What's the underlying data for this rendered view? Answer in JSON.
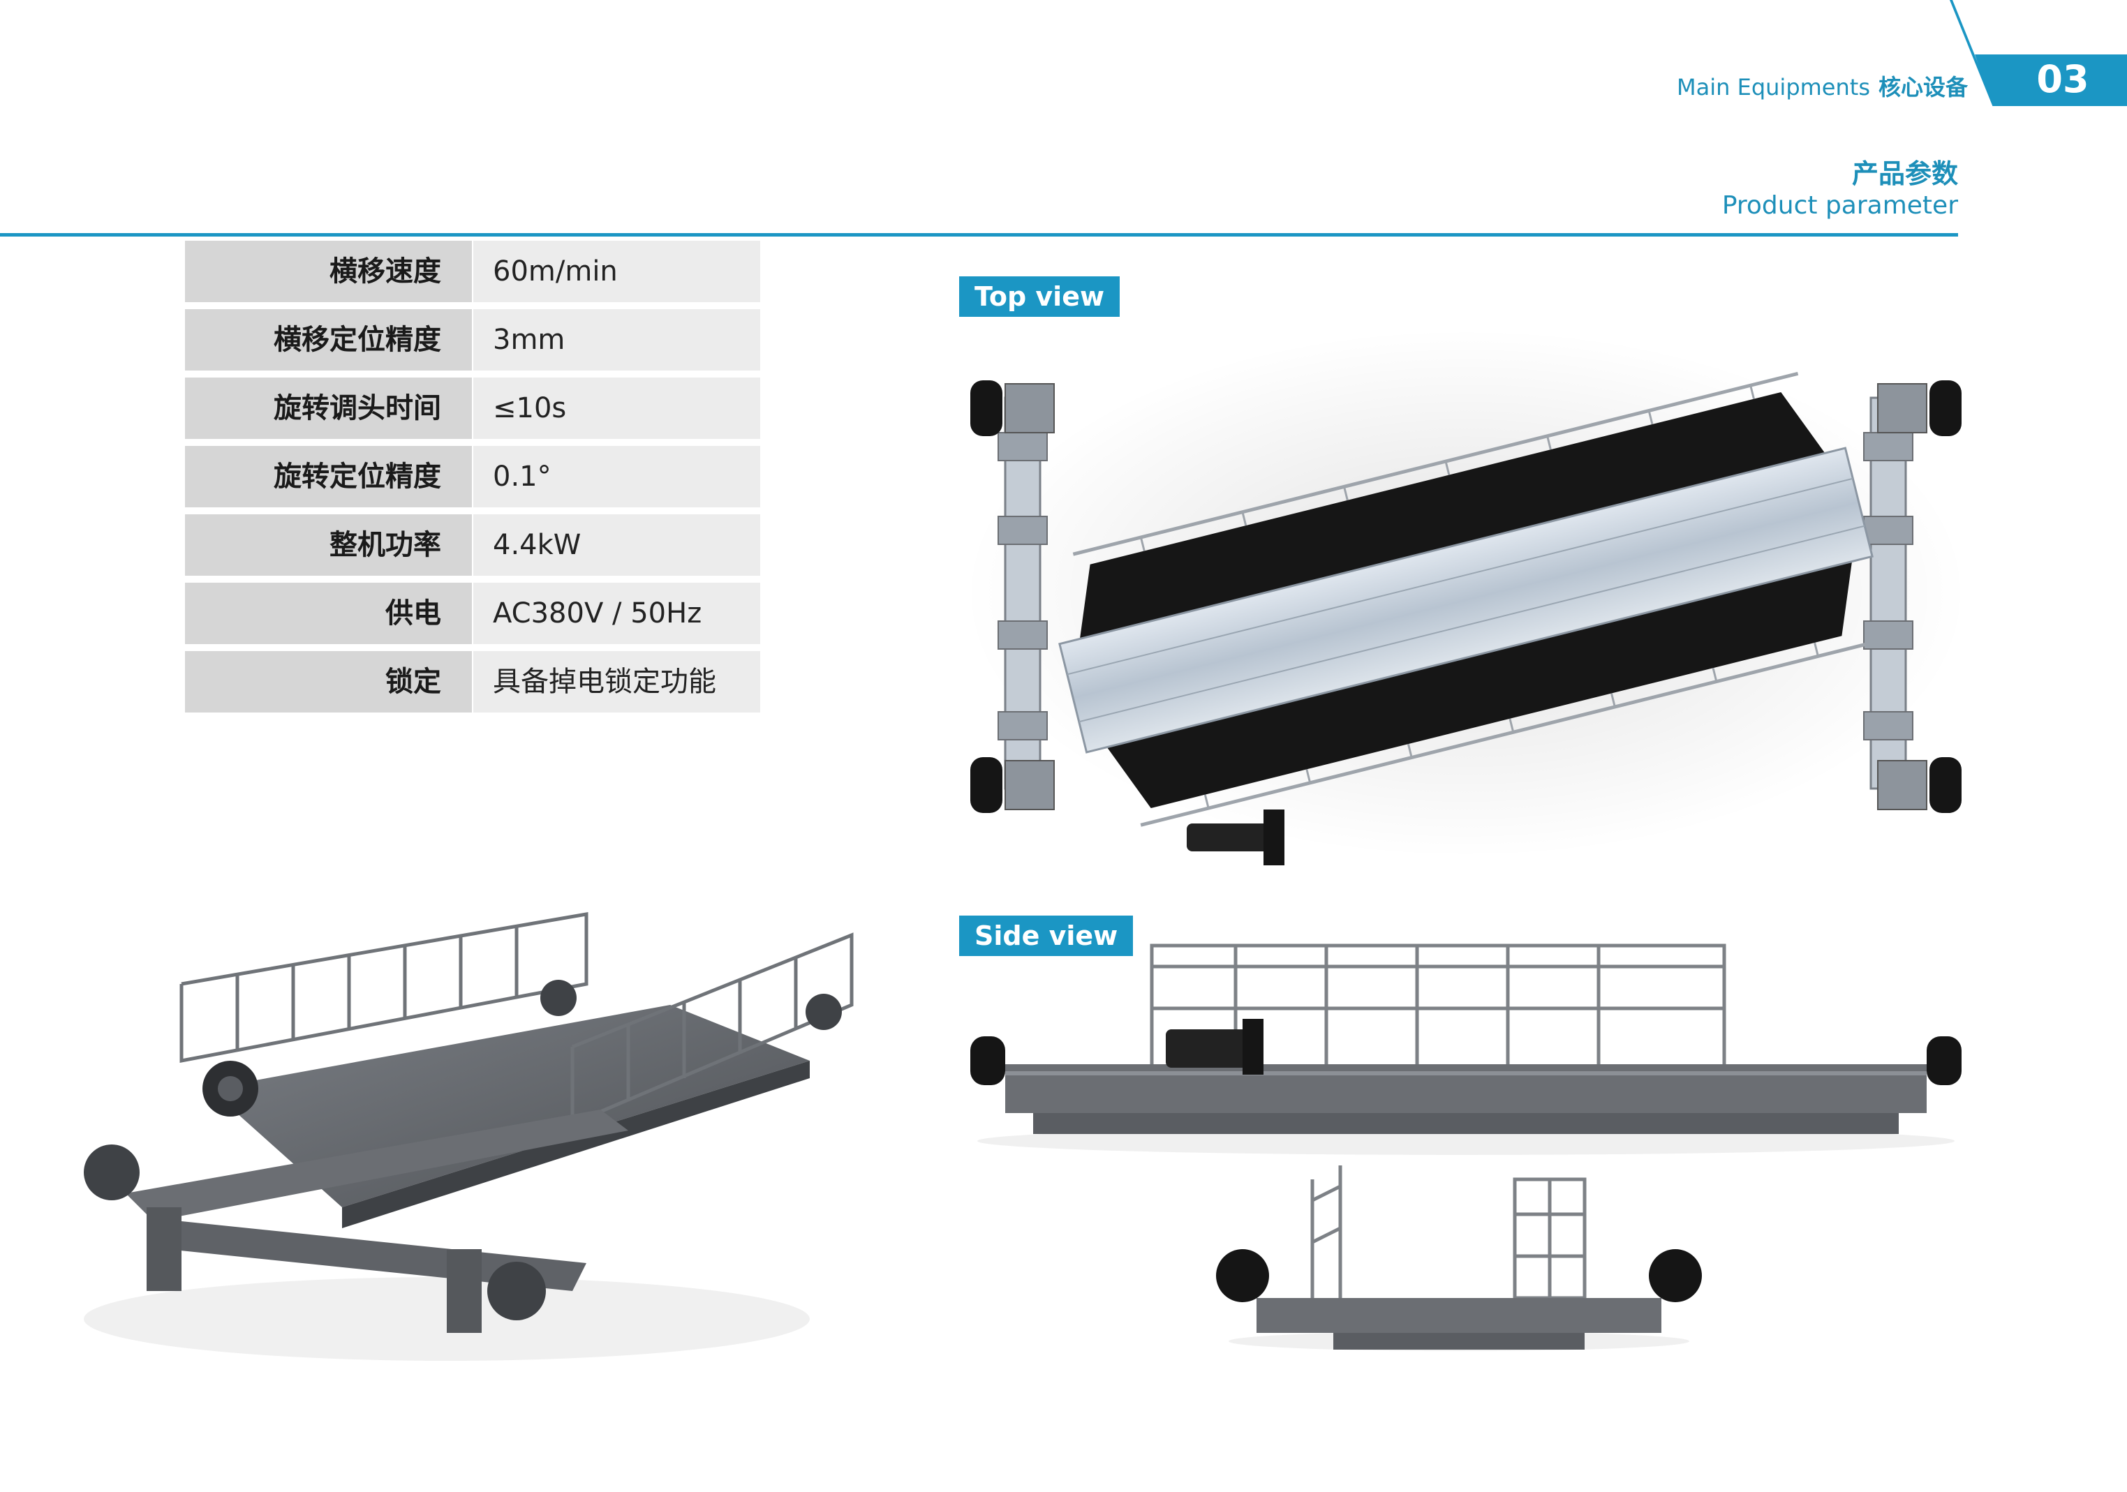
{
  "header": {
    "section_en": "Main Equipments",
    "section_cn": "核心设备",
    "page_number": "03",
    "title_cn": "产品参数",
    "title_en": "Product parameter"
  },
  "parameters": [
    {
      "label": "横移速度",
      "value": "60m/min"
    },
    {
      "label": "横移定位精度",
      "value": "3mm"
    },
    {
      "label": "旋转调头时间",
      "value": "≤10s"
    },
    {
      "label": "旋转定位精度",
      "value": "0.1°"
    },
    {
      "label": "整机功率",
      "value": "4.4kW"
    },
    {
      "label": "供电",
      "value": "AC380V / 50Hz"
    },
    {
      "label": "锁定",
      "value": "具备掉电锁定功能"
    }
  ],
  "views": {
    "top": "Top view",
    "side": "Side view"
  },
  "colors": {
    "accent": "#1b96c4",
    "label_bg": "#d6d6d6",
    "value_bg": "#ececec",
    "steel": "#6b6e73",
    "belt": "#151515",
    "deck": "#c9d3dd"
  }
}
